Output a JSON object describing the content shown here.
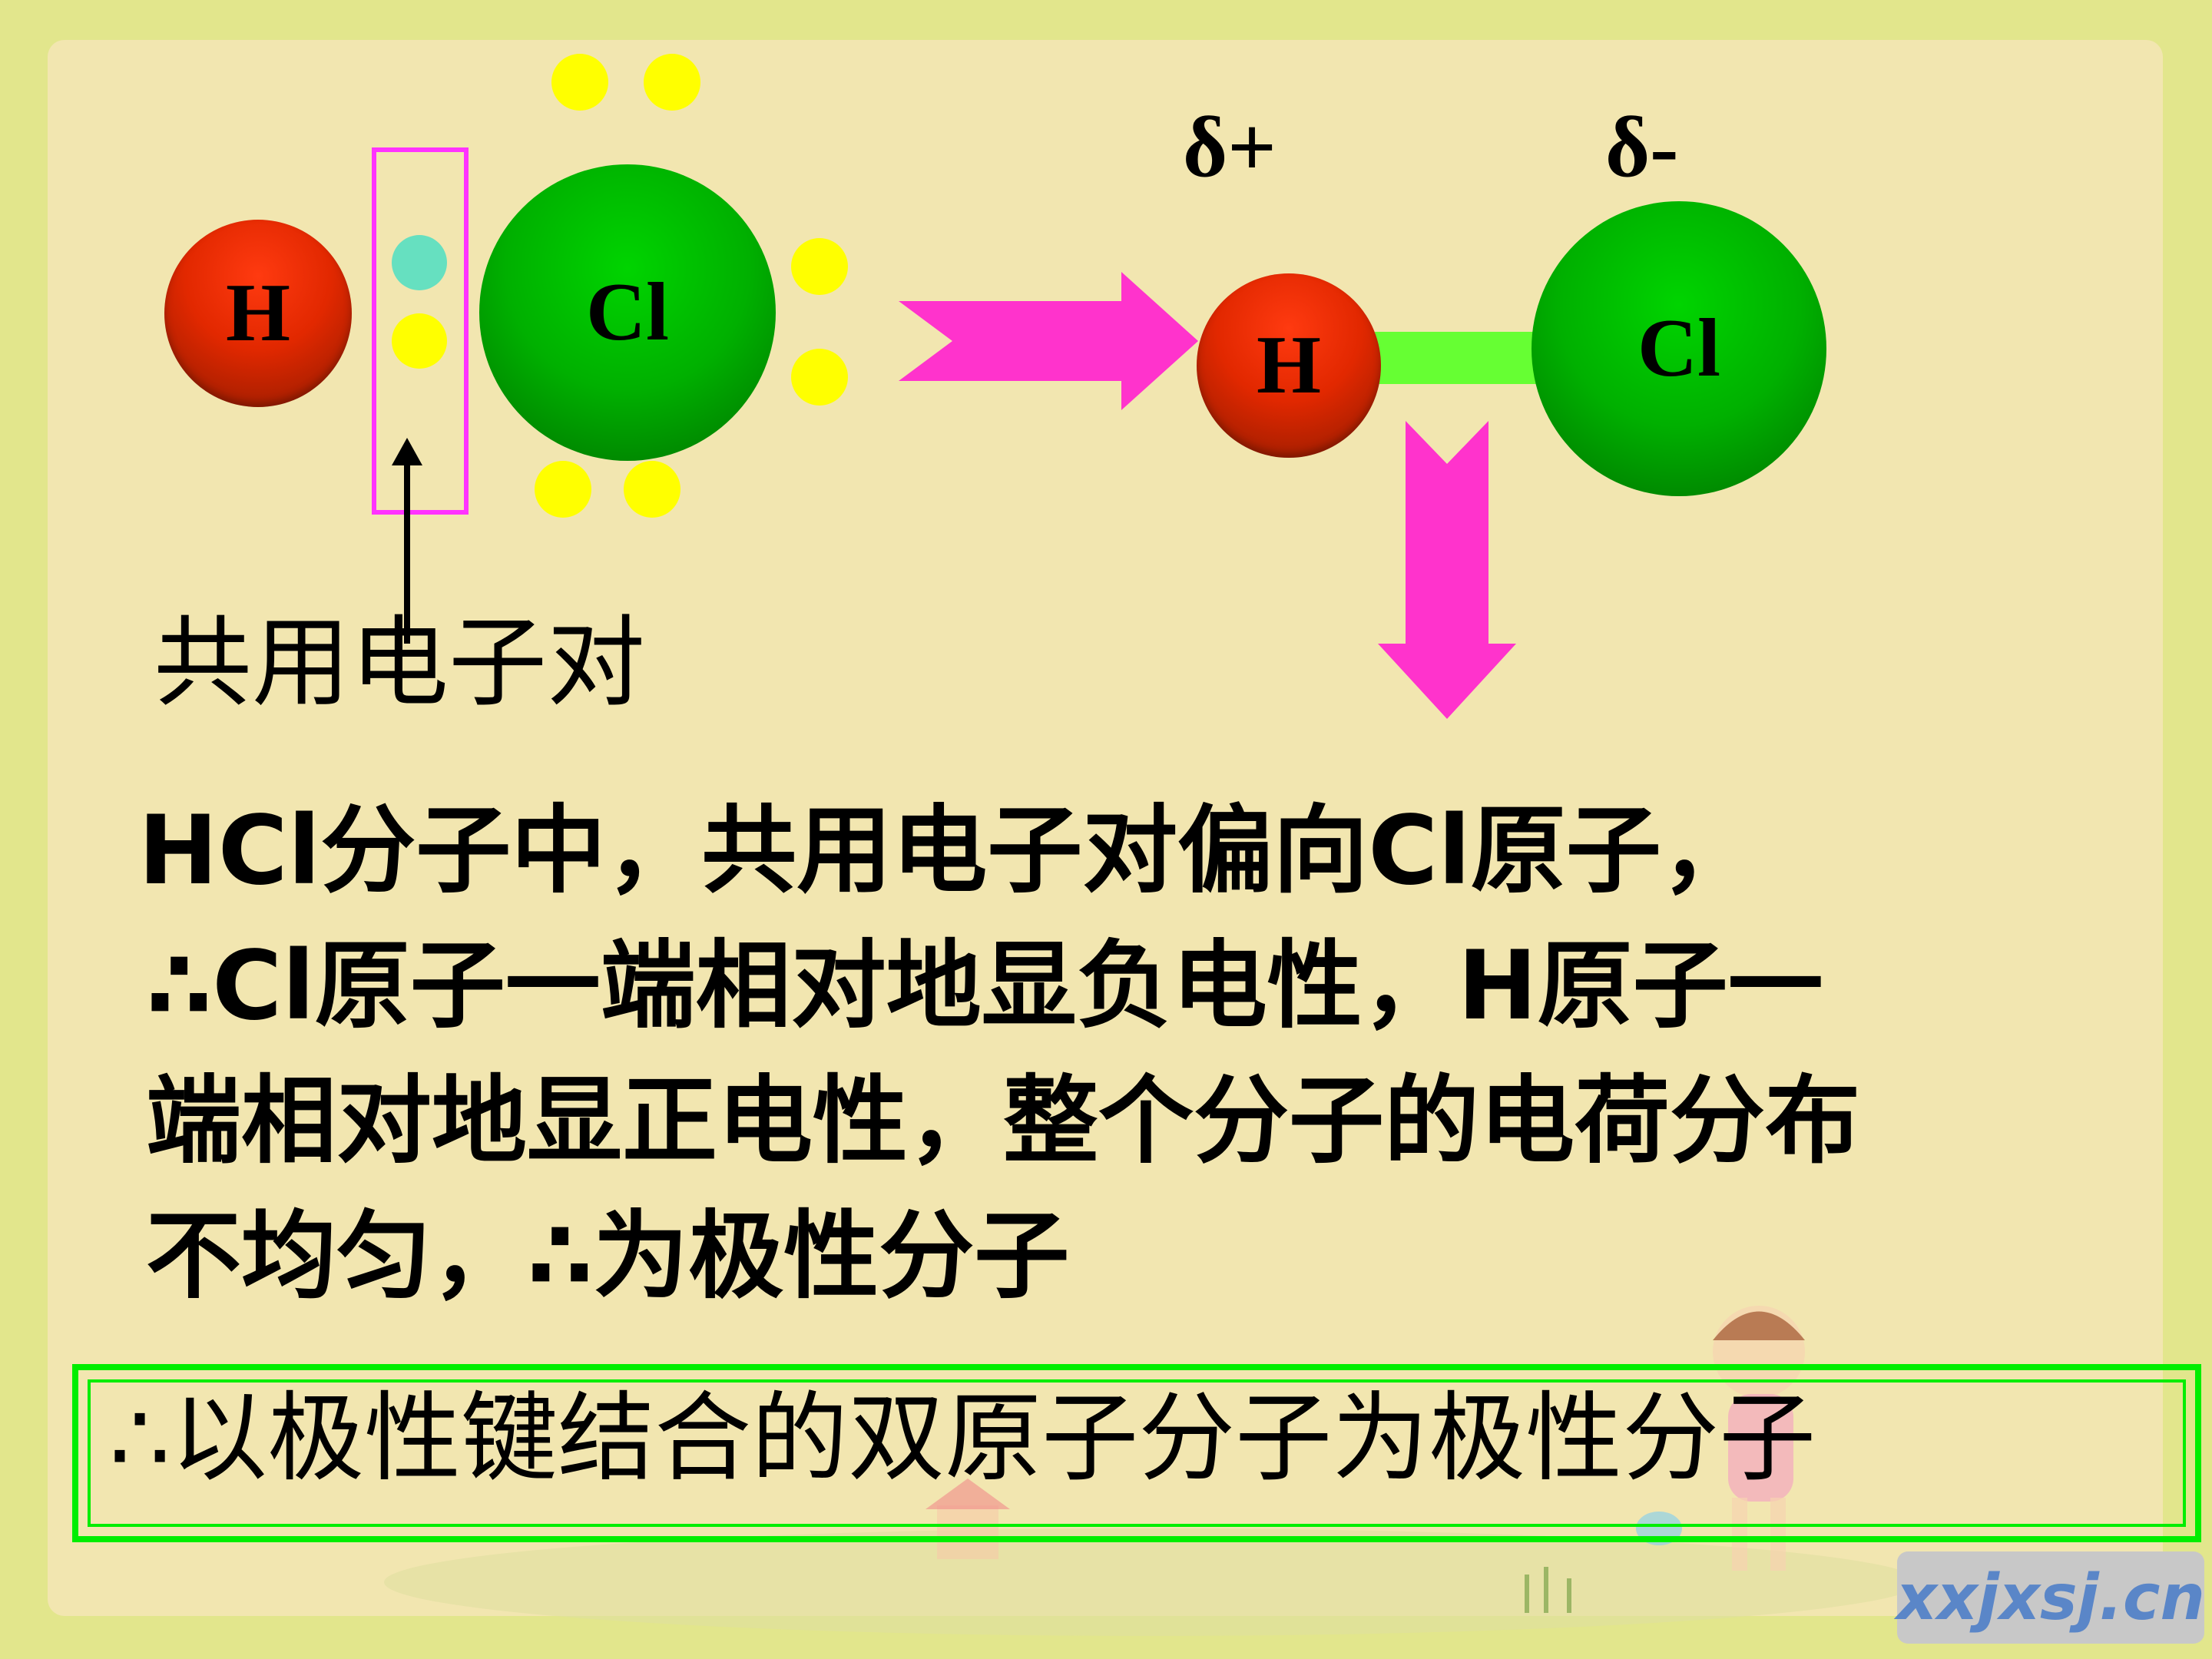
{
  "diagram": {
    "left_molecule": {
      "h_label": "H",
      "cl_label": "Cl",
      "shared_pair_caption": "共用电子对"
    },
    "right_molecule": {
      "h_label": "H",
      "cl_label": "Cl",
      "partial_positive": "δ+",
      "partial_negative": "δ-"
    },
    "colors": {
      "hydrogen": "#e22800",
      "chlorine": "#00b000",
      "electron": "#ffff00",
      "shared_electron": "#66e0c0",
      "arrow": "#ff33cc",
      "bond": "#66ff33",
      "highlight_box": "#ff33ff"
    }
  },
  "explanation": {
    "lines": [
      "HCl分子中，共用电子对偏向Cl原子，",
      "∴Cl原子一端相对地显负电性，H原子一",
      "端相对地显正电性，整个分子的电荷分布",
      "不均匀，∴为极性分子"
    ]
  },
  "conclusion": "∴以极性键结合的双原子分子为极性分子",
  "watermark": "xxjxsj.cn"
}
